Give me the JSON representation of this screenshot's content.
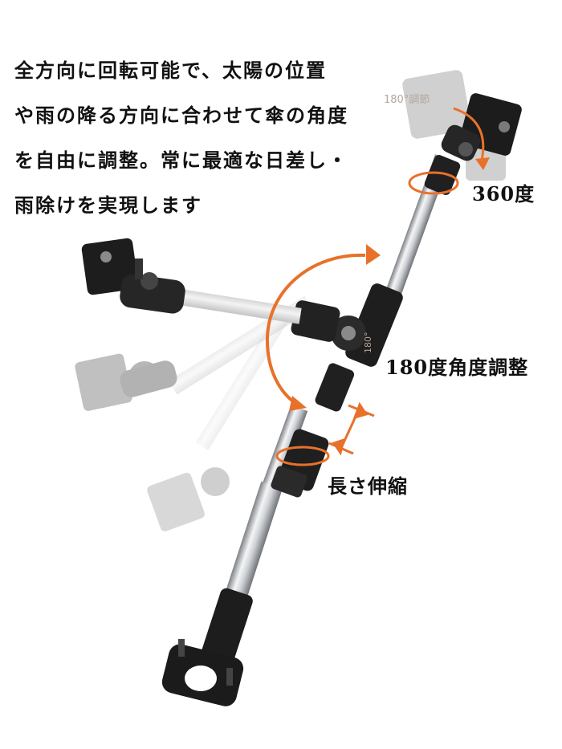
{
  "intro_lines": [
    "全方向に回転可能で、太陽の位置",
    "や雨の降る方向に合わせて傘の角度",
    "を自由に調整。常に最適な日差し・",
    "雨除けを実現します"
  ],
  "labels": {
    "rotation": "360度",
    "angle": "180度角度調整",
    "telescopic": "長さ伸縮"
  },
  "notes": {
    "top_angle": "180°調節",
    "side_angle": "180°"
  },
  "colors": {
    "accent": "#e8712a",
    "metal": "#c9ccd0",
    "black_part": "#1c1c1c",
    "ghost": "#bdbdbd"
  }
}
